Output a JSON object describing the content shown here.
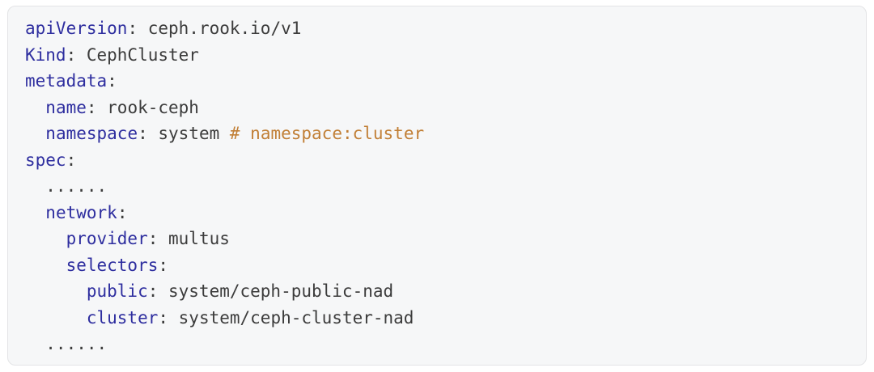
{
  "page": {
    "background": "#ffffff"
  },
  "code_block": {
    "language": "yaml",
    "background": "#f6f7f8",
    "border_color": "#e3e4e6",
    "colors": {
      "key": "#2e2e9f",
      "plain": "#3c3c3c",
      "comment": "#c17f36"
    },
    "lines": [
      [
        {
          "c": "key",
          "t": "apiVersion"
        },
        {
          "c": "plain",
          "t": ": ceph.rook.io/v1"
        }
      ],
      [
        {
          "c": "key",
          "t": "Kind"
        },
        {
          "c": "plain",
          "t": ": CephCluster"
        }
      ],
      [
        {
          "c": "key",
          "t": "metadata"
        },
        {
          "c": "plain",
          "t": ":"
        }
      ],
      [
        {
          "c": "plain",
          "t": "  "
        },
        {
          "c": "key",
          "t": "name"
        },
        {
          "c": "plain",
          "t": ": rook-ceph"
        }
      ],
      [
        {
          "c": "plain",
          "t": "  "
        },
        {
          "c": "key",
          "t": "namespace"
        },
        {
          "c": "plain",
          "t": ": system "
        },
        {
          "c": "comment",
          "t": "# namespace:cluster"
        }
      ],
      [
        {
          "c": "key",
          "t": "spec"
        },
        {
          "c": "plain",
          "t": ":"
        }
      ],
      [
        {
          "c": "plain",
          "t": "  ......"
        }
      ],
      [
        {
          "c": "plain",
          "t": "  "
        },
        {
          "c": "key",
          "t": "network"
        },
        {
          "c": "plain",
          "t": ":"
        }
      ],
      [
        {
          "c": "plain",
          "t": "    "
        },
        {
          "c": "key",
          "t": "provider"
        },
        {
          "c": "plain",
          "t": ": multus"
        }
      ],
      [
        {
          "c": "plain",
          "t": "    "
        },
        {
          "c": "key",
          "t": "selectors"
        },
        {
          "c": "plain",
          "t": ":"
        }
      ],
      [
        {
          "c": "plain",
          "t": "      "
        },
        {
          "c": "key",
          "t": "public"
        },
        {
          "c": "plain",
          "t": ": system/ceph-public-nad"
        }
      ],
      [
        {
          "c": "plain",
          "t": "      "
        },
        {
          "c": "key",
          "t": "cluster"
        },
        {
          "c": "plain",
          "t": ": system/ceph-cluster-nad"
        }
      ],
      [
        {
          "c": "plain",
          "t": "  ......"
        }
      ]
    ]
  }
}
